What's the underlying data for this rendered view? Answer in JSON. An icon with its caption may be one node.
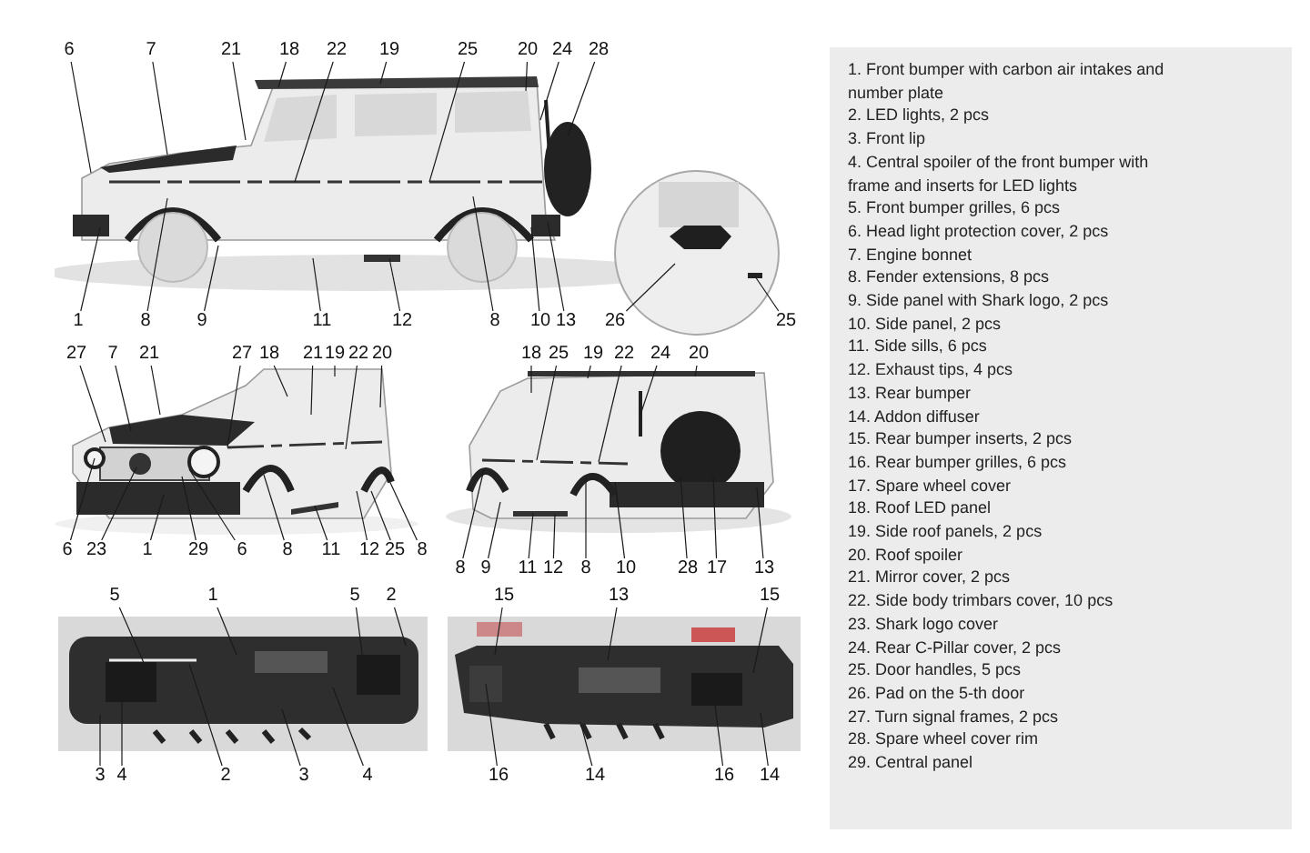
{
  "diagram": {
    "nodes": [
      {
        "text": [
          "6"
        ]
      },
      {
        "text": [
          "7"
        ]
      },
      {
        "text": [
          "21"
        ]
      },
      {
        "text": [
          "18"
        ]
      },
      {
        "text": [
          "22"
        ]
      },
      {
        "text": [
          "19"
        ]
      },
      {
        "text": [
          "25"
        ]
      },
      {
        "text": [
          "20"
        ]
      },
      {
        "text": [
          "24"
        ]
      },
      {
        "text": [
          "28"
        ]
      },
      {
        "text": [
          "1"
        ]
      },
      {
        "text": [
          "8"
        ]
      },
      {
        "text": [
          "9"
        ]
      },
      {
        "text": [
          "11"
        ]
      },
      {
        "text": [
          "12"
        ]
      },
      {
        "text": [
          "8"
        ]
      },
      {
        "text": [
          "10"
        ]
      },
      {
        "text": [
          "13"
        ]
      },
      {
        "text": [
          "26"
        ]
      },
      {
        "text": [
          "25"
        ]
      },
      {
        "text": [
          "27"
        ]
      },
      {
        "text": [
          "7"
        ]
      },
      {
        "text": [
          "21"
        ]
      },
      {
        "text": [
          "27"
        ]
      },
      {
        "text": [
          "18"
        ]
      },
      {
        "text": [
          "21"
        ]
      },
      {
        "text": [
          "19"
        ]
      },
      {
        "text": [
          "22"
        ]
      },
      {
        "text": [
          "20"
        ]
      },
      {
        "text": [
          "18"
        ]
      },
      {
        "text": [
          "25"
        ]
      },
      {
        "text": [
          "19"
        ]
      },
      {
        "text": [
          "22"
        ]
      },
      {
        "text": [
          "24"
        ]
      },
      {
        "text": [
          "20"
        ]
      },
      {
        "text": [
          "6"
        ]
      },
      {
        "text": [
          "23"
        ]
      },
      {
        "text": [
          "1"
        ]
      },
      {
        "text": [
          "29"
        ]
      },
      {
        "text": [
          "6"
        ]
      },
      {
        "text": [
          "8"
        ]
      },
      {
        "text": [
          "11"
        ]
      },
      {
        "text": [
          "12"
        ]
      },
      {
        "text": [
          "25"
        ]
      },
      {
        "text": [
          "8"
        ]
      },
      {
        "text": [
          "8"
        ]
      },
      {
        "text": [
          "9"
        ]
      },
      {
        "text": [
          "11"
        ]
      },
      {
        "text": [
          "12"
        ]
      },
      {
        "text": [
          "8"
        ]
      },
      {
        "text": [
          "10"
        ]
      },
      {
        "text": [
          "28"
        ]
      },
      {
        "text": [
          "17"
        ]
      },
      {
        "text": [
          "13"
        ]
      },
      {
        "text": [
          "5"
        ]
      },
      {
        "text": [
          "1"
        ]
      },
      {
        "text": [
          "5"
        ]
      },
      {
        "text": [
          "2"
        ]
      },
      {
        "text": [
          "15"
        ]
      },
      {
        "text": [
          "13"
        ]
      },
      {
        "text": [
          "15"
        ]
      },
      {
        "text": [
          "3"
        ]
      },
      {
        "text": [
          "4"
        ]
      },
      {
        "text": [
          "2"
        ]
      },
      {
        "text": [
          "3"
        ]
      },
      {
        "text": [
          "4"
        ]
      },
      {
        "text": [
          "16"
        ]
      },
      {
        "text": [
          "14"
        ]
      },
      {
        "text": [
          "16"
        ]
      },
      {
        "text": [
          "14"
        ]
      }
    ],
    "edges": [
      {
        "from": 0,
        "to": null,
        "arrow": "none"
      },
      {
        "from": 1,
        "to": null,
        "arrow": "none"
      },
      {
        "from": 2,
        "to": null,
        "arrow": "none"
      },
      {
        "from": 3,
        "to": null,
        "arrow": "none"
      },
      {
        "from": 4,
        "to": null,
        "arrow": "none"
      },
      {
        "from": 5,
        "to": null,
        "arrow": "none"
      },
      {
        "from": 6,
        "to": null,
        "arrow": "none"
      },
      {
        "from": 7,
        "to": null,
        "arrow": "none"
      },
      {
        "from": 8,
        "to": null,
        "arrow": "none"
      },
      {
        "from": 9,
        "to": null,
        "arrow": "none"
      },
      {
        "from": 10,
        "to": null,
        "arrow": "none"
      },
      {
        "from": 11,
        "to": null,
        "arrow": "none"
      },
      {
        "from": 12,
        "to": null,
        "arrow": "none"
      },
      {
        "from": 13,
        "to": null,
        "arrow": "none"
      },
      {
        "from": 14,
        "to": null,
        "arrow": "none"
      },
      {
        "from": 15,
        "to": null,
        "arrow": "none"
      },
      {
        "from": 16,
        "to": null,
        "arrow": "none"
      },
      {
        "from": 17,
        "to": null,
        "arrow": "none"
      },
      {
        "from": 18,
        "to": null,
        "arrow": "none"
      },
      {
        "from": 19,
        "to": null,
        "arrow": "none"
      },
      {
        "from": 20,
        "to": null,
        "arrow": "none"
      },
      {
        "from": 21,
        "to": null,
        "arrow": "none"
      },
      {
        "from": 22,
        "to": null,
        "arrow": "none"
      },
      {
        "from": 23,
        "to": null,
        "arrow": "none"
      },
      {
        "from": 24,
        "to": null,
        "arrow": "none"
      },
      {
        "from": 25,
        "to": null,
        "arrow": "none"
      },
      {
        "from": 26,
        "to": null,
        "arrow": "none"
      },
      {
        "from": 27,
        "to": null,
        "arrow": "none"
      },
      {
        "from": 28,
        "to": null,
        "arrow": "none"
      },
      {
        "from": 29,
        "to": null,
        "arrow": "none"
      },
      {
        "from": 30,
        "to": null,
        "arrow": "none"
      },
      {
        "from": 31,
        "to": null,
        "arrow": "none"
      },
      {
        "from": 32,
        "to": null,
        "arrow": "none"
      },
      {
        "from": 33,
        "to": null,
        "arrow": "none"
      },
      {
        "from": 34,
        "to": null,
        "arrow": "none"
      },
      {
        "from": 35,
        "to": null,
        "arrow": "none"
      },
      {
        "from": 36,
        "to": null,
        "arrow": "none"
      },
      {
        "from": 37,
        "to": null,
        "arrow": "none"
      },
      {
        "from": 38,
        "to": null,
        "arrow": "none"
      },
      {
        "from": 39,
        "to": null,
        "arrow": "none"
      },
      {
        "from": 40,
        "to": null,
        "arrow": "none"
      },
      {
        "from": 41,
        "to": null,
        "arrow": "none"
      },
      {
        "from": 42,
        "to": null,
        "arrow": "none"
      },
      {
        "from": 43,
        "to": null,
        "arrow": "none"
      },
      {
        "from": 44,
        "to": null,
        "arrow": "none"
      },
      {
        "from": 45,
        "to": null,
        "arrow": "none"
      },
      {
        "from": 46,
        "to": null,
        "arrow": "none"
      },
      {
        "from": 47,
        "to": null,
        "arrow": "none"
      },
      {
        "from": 48,
        "to": null,
        "arrow": "none"
      },
      {
        "from": 49,
        "to": null,
        "arrow": "none"
      },
      {
        "from": 50,
        "to": null,
        "arrow": "none"
      },
      {
        "from": 51,
        "to": null,
        "arrow": "none"
      },
      {
        "from": 52,
        "to": null,
        "arrow": "none"
      },
      {
        "from": 53,
        "to": null,
        "arrow": "none"
      },
      {
        "from": 54,
        "to": null,
        "arrow": "none"
      },
      {
        "from": 55,
        "to": null,
        "arrow": "none"
      },
      {
        "from": 56,
        "to": null,
        "arrow": "none"
      },
      {
        "from": 57,
        "to": null,
        "arrow": "none"
      },
      {
        "from": 58,
        "to": null,
        "arrow": "none"
      },
      {
        "from": 59,
        "to": null,
        "arrow": "none"
      },
      {
        "from": 60,
        "to": null,
        "arrow": "none"
      },
      {
        "from": 61,
        "to": null,
        "arrow": "none"
      },
      {
        "from": 62,
        "to": null,
        "arrow": "none"
      },
      {
        "from": 63,
        "to": null,
        "arrow": "none"
      },
      {
        "from": 64,
        "to": null,
        "arrow": "none"
      },
      {
        "from": 65,
        "to": null,
        "arrow": "none"
      },
      {
        "from": 66,
        "to": null,
        "arrow": "none"
      },
      {
        "from": 67,
        "to": null,
        "arrow": "none"
      },
      {
        "from": 68,
        "to": null,
        "arrow": "none"
      },
      {
        "from": 69,
        "to": null,
        "arrow": "none"
      }
    ],
    "labels": [
      "1. Front bumper with carbon air intakes and number plate",
      "2. LED lights, 2 pcs",
      "3. Front lip",
      "4. Central spoiler of the front bumper with frame and inserts for LED lights",
      "5. Front bumper grilles, 6 pcs",
      "6. Head light protection cover, 2 pcs",
      "7. Engine bonnet",
      "8. Fender extensions, 8 pcs",
      "9. Side panel with Shark logo, 2 pcs",
      "10. Side panel, 2 pcs",
      "11. Side sills, 6 pcs",
      "12. Exhaust tips, 4 pcs",
      "13. Rear bumper",
      "14. Addon diffuser",
      "15. Rear bumper inserts, 2 pcs",
      "16. Rear bumper grilles, 6 pcs",
      "17. Spare wheel cover",
      "18. Roof LED panel",
      "19. Side roof panels, 2 pcs",
      "20. Roof spoiler",
      "21. Mirror cover, 2 pcs",
      "22. Side body trimbars cover, 10 pcs",
      "23. Shark logo cover",
      "24. Rear C-Pillar cover, 2 pcs",
      "25. Door handles, 5 pcs",
      "26. Pad on the 5-th door",
      "27. Turn signal frames, 2 pcs",
      "28. Spare wheel cover rim",
      "29. Central panel"
    ]
  }
}
